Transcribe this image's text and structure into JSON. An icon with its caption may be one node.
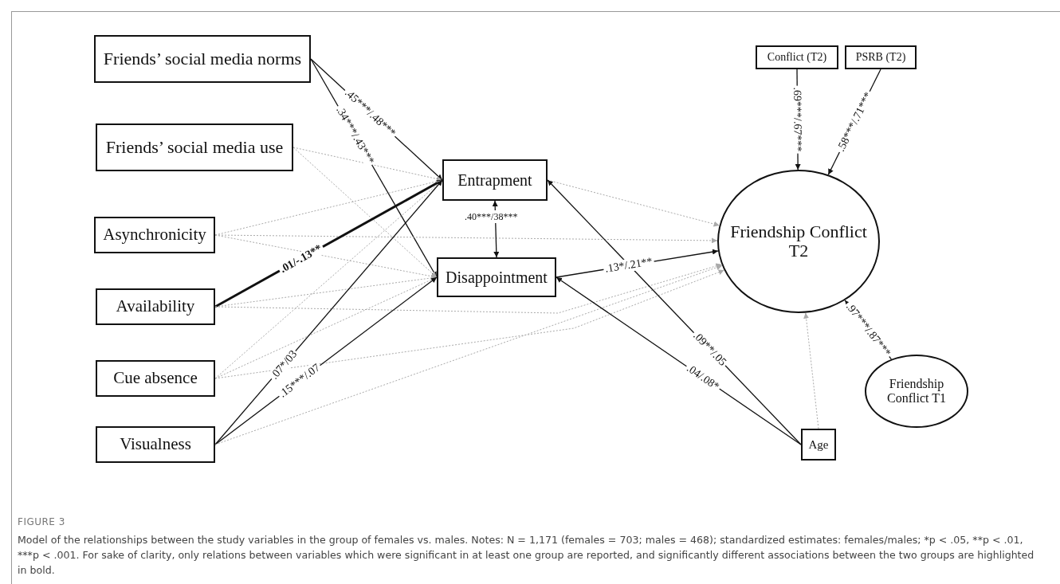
{
  "diagram": {
    "title": "FIGURE 3",
    "caption": "Model of the relationships between the study variables in the group of females vs. males. Notes: N = 1,171 (females = 703; males = 468); standardized estimates: females/males; *p < .05, **p < .01, ***p < .001. For sake of clarity, only relations between variables which were significant in at least one group are reported, and significantly different associations between the two groups are highlighted in bold.",
    "nodes": [
      {
        "text": [
          "Friends’ social media norms"
        ]
      },
      {
        "text": [
          "Friends’ social media use"
        ]
      },
      {
        "text": [
          "Asynchronicity"
        ]
      },
      {
        "text": [
          "Availability"
        ]
      },
      {
        "text": [
          "Cue absence"
        ]
      },
      {
        "text": [
          "Visualness"
        ]
      },
      {
        "text": [
          "Entrapment"
        ]
      },
      {
        "text": [
          "Disappointment"
        ]
      },
      {
        "text": [
          "Conflict (T2)"
        ]
      },
      {
        "text": [
          "PSRB (T2)"
        ]
      },
      {
        "text": [
          "Friendship Conflict T2"
        ]
      },
      {
        "text": [
          "Friendship Conflict T1"
        ]
      },
      {
        "text": [
          "Age"
        ]
      }
    ],
    "edges": [
      {
        "from": 0,
        "to": 6,
        "arrow": "to",
        "label": ".45***/.48***",
        "color": "#111111"
      },
      {
        "from": 0,
        "to": 7,
        "arrow": "to",
        "label": ".34***/.43***",
        "color": "#111111"
      },
      {
        "from": 1,
        "to": 6,
        "arrow": "to",
        "style": "dashed"
      },
      {
        "from": 1,
        "to": 7,
        "arrow": "to",
        "style": "dashed"
      },
      {
        "from": 2,
        "to": 6,
        "arrow": "to",
        "style": "dashed"
      },
      {
        "from": 2,
        "to": 7,
        "arrow": "to",
        "style": "dashed"
      },
      {
        "from": 2,
        "to": 10,
        "arrow": "to",
        "style": "dashed"
      },
      {
        "from": 3,
        "to": 6,
        "arrow": "to",
        "label": ".01/-.13**",
        "style": "thick",
        "color": "#111111"
      },
      {
        "from": 3,
        "to": 7,
        "arrow": "to",
        "style": "dashed"
      },
      {
        "from": 3,
        "to": 10,
        "arrow": "to",
        "style": "dashed"
      },
      {
        "from": 4,
        "to": 6,
        "arrow": "to",
        "style": "dashed"
      },
      {
        "from": 4,
        "to": 7,
        "arrow": "to",
        "style": "dashed"
      },
      {
        "from": 4,
        "to": 10,
        "arrow": "to",
        "style": "dashed"
      },
      {
        "from": 5,
        "to": 6,
        "arrow": "to",
        "label": ".07*/03",
        "color": "#111111"
      },
      {
        "from": 5,
        "to": 7,
        "arrow": "to",
        "label": ".15***/.07",
        "color": "#111111"
      },
      {
        "from": 5,
        "to": 10,
        "arrow": "to",
        "style": "dashed"
      },
      {
        "from": 6,
        "to": 7,
        "arrow": "both",
        "label": ".40***/38***",
        "color": "#111111"
      },
      {
        "from": 6,
        "to": 10,
        "arrow": "to",
        "style": "dashed"
      },
      {
        "from": 7,
        "to": 10,
        "arrow": "to",
        "label": ".13*/.21**",
        "color": "#111111"
      },
      {
        "from": 8,
        "to": 10,
        "arrow": "to",
        "label": ".69***/.67***",
        "color": "#111111"
      },
      {
        "from": 9,
        "to": 10,
        "arrow": "to",
        "label": ".58***/.71***",
        "color": "#111111"
      },
      {
        "from": 11,
        "to": 10,
        "arrow": "to",
        "label": ".97***/.87***",
        "color": "#111111"
      },
      {
        "from": 12,
        "to": 6,
        "arrow": "to",
        "label": ".09**/.05",
        "color": "#111111"
      },
      {
        "from": 12,
        "to": 7,
        "arrow": "to",
        "label": ".04/.08*",
        "color": "#111111"
      },
      {
        "from": 12,
        "to": 10,
        "arrow": "to",
        "style": "dashed"
      }
    ]
  }
}
